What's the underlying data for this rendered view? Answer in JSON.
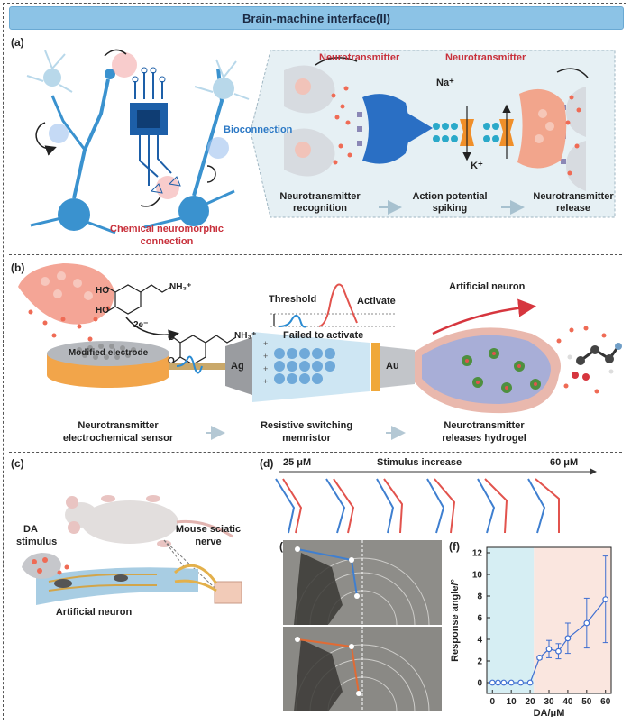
{
  "header": {
    "title": "Brain-machine interface(II)"
  },
  "panel_a": {
    "label": "(a)",
    "bioconnection": "Bioconnection",
    "neurotransmitter_left": "Neurotransmitter",
    "neurotransmitter_right": "Neurotransmitter",
    "ion_na": "Na⁺",
    "ion_k": "K⁺",
    "step1": "Neurotransmitter recognition",
    "step2": "Action potential spiking",
    "step3": "Neurotransmitter release",
    "chemical_line1": "Chemical neuromorphic",
    "chemical_line2": "connection"
  },
  "panel_b": {
    "label": "(b)",
    "ho1": "HO",
    "ho2": "HO",
    "nh3": "NH₃⁺",
    "nh3_product": "NH₃⁺",
    "electron": "2e⁻",
    "o1": "O",
    "o2": "O",
    "threshold": "Threshold",
    "activate": "Activate",
    "failed": "Failed to activate",
    "artificial_neuron": "Artificial neuron",
    "electrode": "Modified electrode",
    "ag": "Ag",
    "au": "Au",
    "sensor_line1": "Neurotransmitter",
    "sensor_line2": "electrochemical sensor",
    "memristor_line1": "Resistive switching",
    "memristor_line2": "memristor",
    "hydrogel_line1": "Neurotransmitter",
    "hydrogel_line2": "releases hydrogel"
  },
  "panel_c": {
    "label": "(c)",
    "da_line1": "DA",
    "da_line2": "stimulus",
    "sciatic_line1": "Mouse sciatic",
    "sciatic_line2": "nerve",
    "artificial_neuron": "Artificial neuron"
  },
  "panel_d": {
    "label": "(d)",
    "start": "25 μM",
    "middle": "Stimulus increase",
    "end": "60 μM"
  },
  "panel_e": {
    "label": "(e)"
  },
  "panel_f": {
    "label": "(f)"
  },
  "chart_data": {
    "type": "line",
    "xlabel": "DA/μM",
    "ylabel": "Response angle/°",
    "xlim": [
      -3,
      63
    ],
    "ylim": [
      -1,
      12.5
    ],
    "xticks": [
      0,
      10,
      20,
      30,
      40,
      50,
      60
    ],
    "yticks": [
      0,
      2,
      4,
      6,
      8,
      10,
      12
    ],
    "x": [
      0,
      3,
      6,
      10,
      15,
      20,
      25,
      30,
      35,
      40,
      50,
      60
    ],
    "y": [
      0,
      0,
      0,
      0,
      0,
      0,
      2.3,
      3.1,
      2.9,
      4.1,
      5.5,
      7.7
    ],
    "yerr": [
      0,
      0,
      0,
      0,
      0,
      0,
      0.15,
      0.8,
      0.7,
      1.4,
      2.3,
      4.0
    ],
    "shade_split_x": 22,
    "colors": {
      "line": "#3f6fd1",
      "left_region": "#d6eef3",
      "right_region": "#fae6df"
    }
  }
}
